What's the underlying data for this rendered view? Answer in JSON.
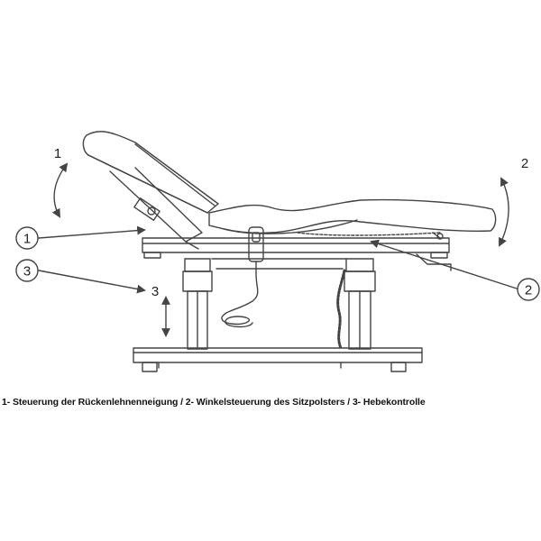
{
  "callouts": {
    "circle_1": "1",
    "circle_2": "2",
    "circle_3": "3",
    "arrow_1": "1",
    "arrow_2": "2",
    "arrow_3": "3"
  },
  "caption": "1- Steuerung der Rückenlehnenneigung / 2- Winkelsteuerung des Sitzpolsters / 3- Hebekontrolle",
  "colors": {
    "line": "#444444",
    "background": "#ffffff"
  }
}
